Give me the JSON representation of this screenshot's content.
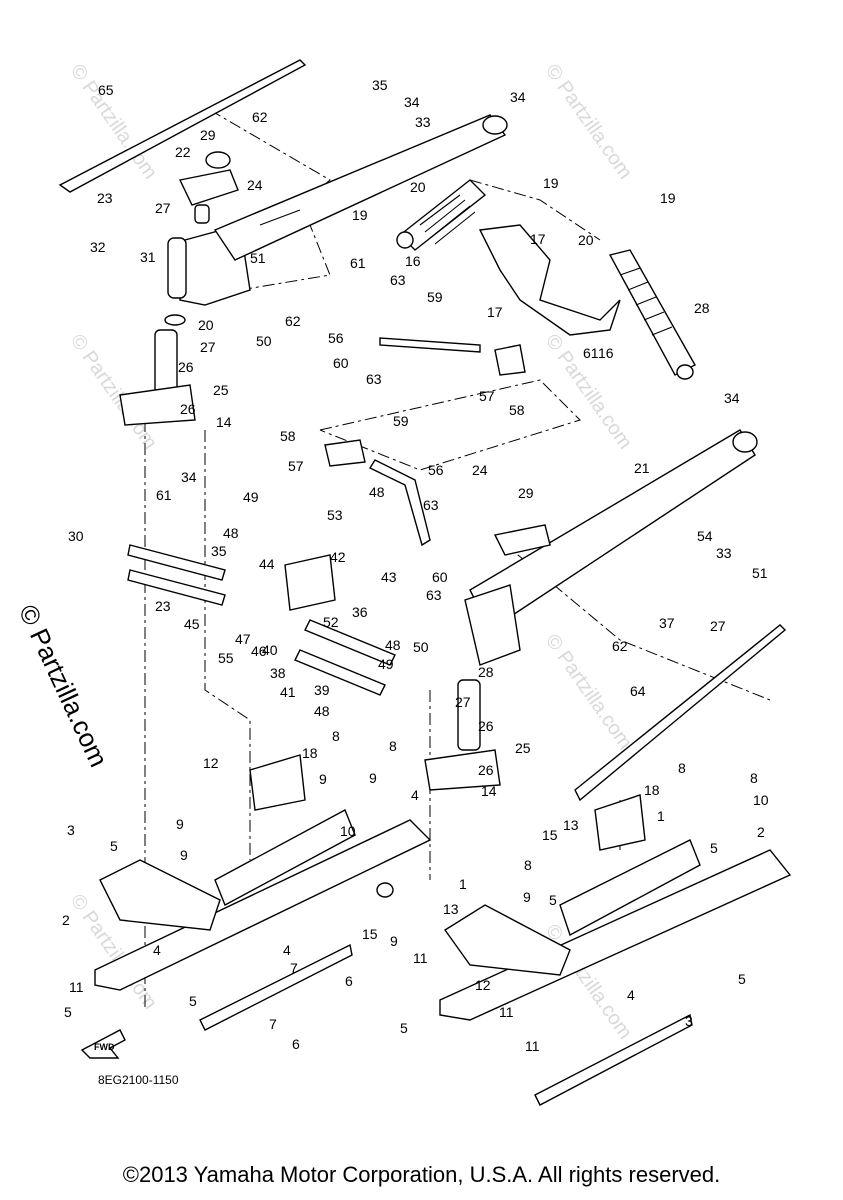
{
  "diagram": {
    "part_code": "8EG2100-1150",
    "fwd_label": "FWD",
    "watermark": "© Partzilla.com",
    "watermark_repeat": "© Partzilla.com",
    "copyright": "©2013 Yamaha Motor Corporation, U.S.A. All rights reserved.",
    "callouts": [
      "65",
      "62",
      "35",
      "34",
      "33",
      "34",
      "29",
      "22",
      "24",
      "23",
      "19",
      "20",
      "19",
      "27",
      "16",
      "17",
      "19",
      "32",
      "31",
      "51",
      "61",
      "63",
      "20",
      "50",
      "62",
      "28",
      "20",
      "61",
      "56",
      "59",
      "17",
      "16",
      "27",
      "60",
      "63",
      "26",
      "25",
      "57",
      "58",
      "26",
      "34",
      "14",
      "58",
      "59",
      "57",
      "56",
      "24",
      "29",
      "21",
      "30",
      "48",
      "63",
      "61",
      "49",
      "53",
      "54",
      "33",
      "34",
      "48",
      "42",
      "43",
      "63",
      "60",
      "51",
      "35",
      "44",
      "37",
      "27",
      "23",
      "45",
      "47",
      "46",
      "40",
      "50",
      "62",
      "52",
      "36",
      "55",
      "48",
      "28",
      "38",
      "49",
      "41",
      "39",
      "27",
      "48",
      "64",
      "26",
      "25",
      "18",
      "8",
      "12",
      "8",
      "9",
      "9",
      "26",
      "14",
      "8",
      "8",
      "9",
      "10",
      "9",
      "1",
      "4",
      "15",
      "13",
      "18",
      "8",
      "3",
      "5",
      "9",
      "10",
      "5",
      "1",
      "4",
      "2",
      "13",
      "15",
      "9",
      "5",
      "2",
      "11",
      "4",
      "12",
      "5",
      "11",
      "7",
      "6",
      "11",
      "5",
      "4",
      "5",
      "11",
      "7",
      "6",
      "5",
      "3"
    ]
  }
}
